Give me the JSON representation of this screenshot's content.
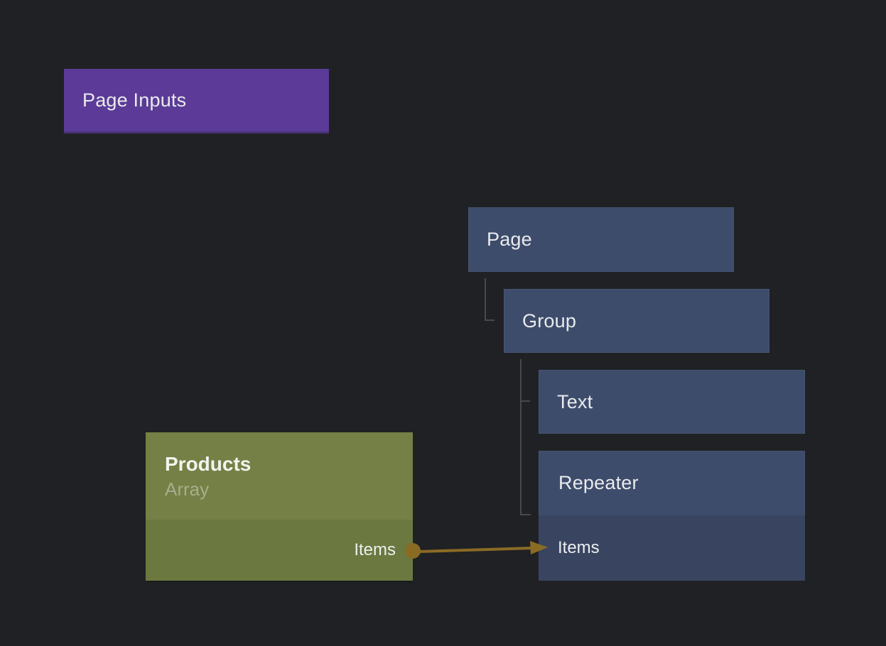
{
  "canvas": {
    "background_color": "#202124"
  },
  "page_inputs_node": {
    "label": "Page Inputs",
    "color": "#5b3b97"
  },
  "component_tree": {
    "node_color": "#3d4c6b",
    "connector_color": "#47494c",
    "nodes": [
      {
        "label": "Page"
      },
      {
        "label": "Group"
      },
      {
        "label": "Text"
      },
      {
        "label": "Repeater",
        "input_port": "Items"
      }
    ]
  },
  "products_node": {
    "title": "Products",
    "subtitle": "Array",
    "output_port": "Items",
    "header_color": "#748045",
    "body_color": "#6b7840"
  },
  "connection": {
    "from_port": "Items",
    "to_port": "Items",
    "color": "#8a6b24"
  }
}
